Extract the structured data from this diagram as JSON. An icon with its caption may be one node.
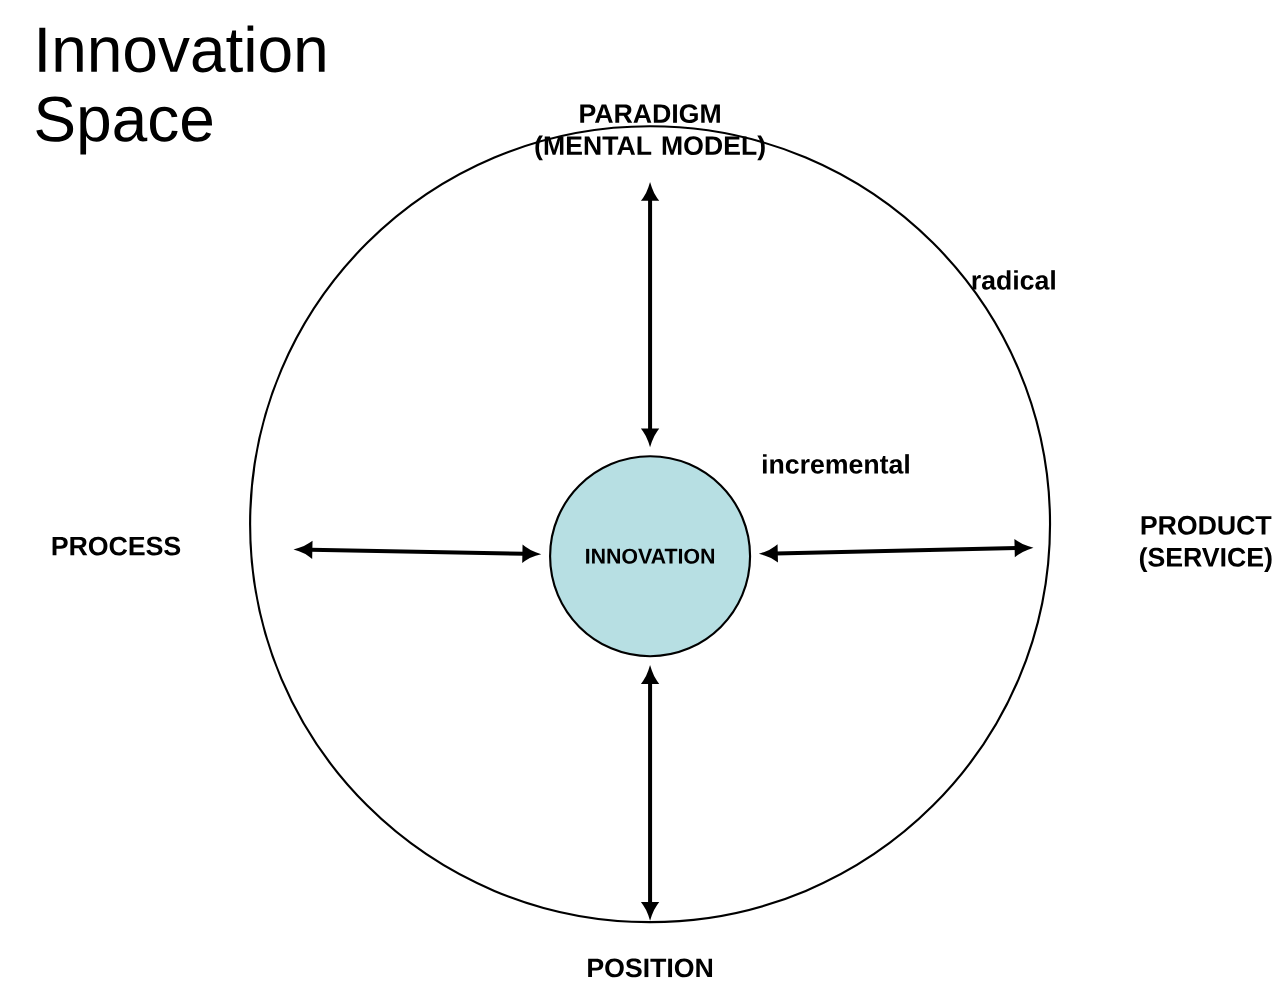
{
  "diagram": {
    "title": "Innovation Space",
    "nodes": [
      {
        "text": [],
        "shape": "circle",
        "beside": [
          "radical"
        ]
      },
      {
        "text": [
          "INNOVATION"
        ],
        "in": 0,
        "beside": [
          "incremental"
        ]
      },
      {
        "text": [
          "PARADIGM (MENTAL MODEL)"
        ]
      },
      {
        "text": [
          "PROCESS"
        ]
      },
      {
        "text": [
          "PRODUCT (SERVICE)"
        ]
      },
      {
        "text": [
          "POSITION"
        ]
      }
    ],
    "edges": [
      {
        "from": 2,
        "to": 1,
        "arrow": "both"
      },
      {
        "from": 3,
        "to": 1,
        "arrow": "both"
      },
      {
        "from": 4,
        "to": 1,
        "arrow": "both"
      },
      {
        "from": 5,
        "to": 1,
        "arrow": "both"
      }
    ]
  }
}
